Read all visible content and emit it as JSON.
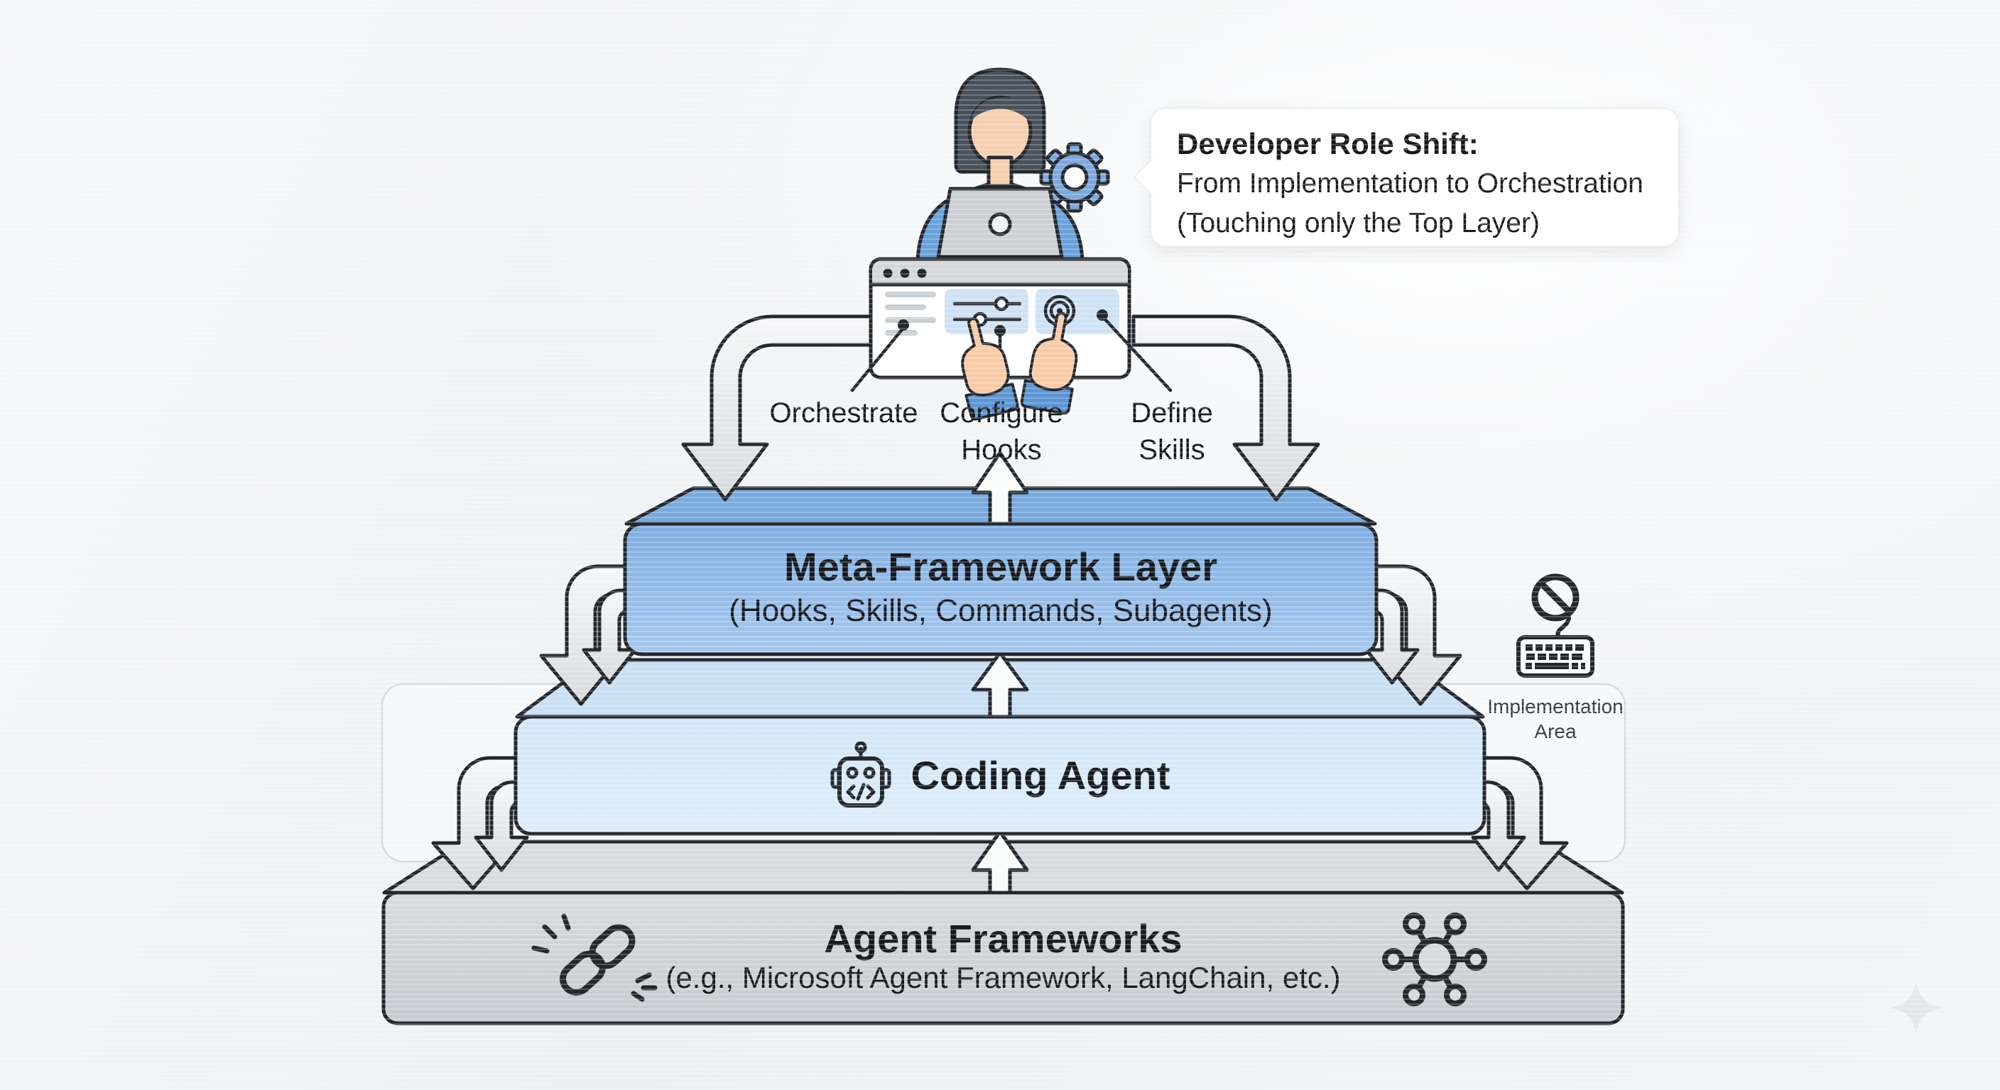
{
  "speech_bubble": {
    "title": "Developer Role Shift:",
    "line1": "From Implementation to Orchestration",
    "line2": "(Touching only the Top Layer)"
  },
  "developer_actions": [
    {
      "line1": "Orchestrate",
      "line2": ""
    },
    {
      "line1": "Configure",
      "line2": "Hooks"
    },
    {
      "line1": "Define",
      "line2": "Skills"
    }
  ],
  "layers": {
    "meta": {
      "title": "Meta-Framework Layer",
      "subtitle": "(Hooks, Skills, Commands, Subagents)",
      "face_fill": "#94bce8",
      "top_fill": "#79aadd"
    },
    "coding_agent": {
      "title": "Coding Agent",
      "face_fill": "#d9eaf8",
      "top_fill": "#c9dff3"
    },
    "agent_frameworks": {
      "title": "Agent Frameworks",
      "subtitle": "(e.g., Microsoft Agent Framework, LangChain, etc.)",
      "face_fill": "#ced3d9",
      "top_fill": "#d7dbdf"
    }
  },
  "implementation_area": {
    "line1": "Implementation",
    "line2": "Area"
  },
  "icons": {
    "gear": "gear-icon",
    "laptop": "laptop-icon",
    "browser_window": "browser-window-icon",
    "sliders": "sliders-icon",
    "tap": "tap-icon",
    "pointing_hand": "pointing-hand-icon",
    "robot": "robot-icon",
    "broken_chain": "broken-link-icon",
    "network_hub": "network-hub-icon",
    "prohibition": "prohibition-icon",
    "keyboard": "keyboard-icon",
    "sparkle": "sparkle-icon"
  },
  "palette": {
    "outline": "#23272c",
    "background": "#f2f4f7",
    "arrow_fill": "#e9eaec",
    "panel_fill": "#fbfcfd",
    "bubble_bg": "#ffffff",
    "skin": "#f6cfae",
    "shirt_blue": "#69a1db",
    "hair": "#49525c",
    "browser_panel_blue": "#cfe2f5"
  }
}
